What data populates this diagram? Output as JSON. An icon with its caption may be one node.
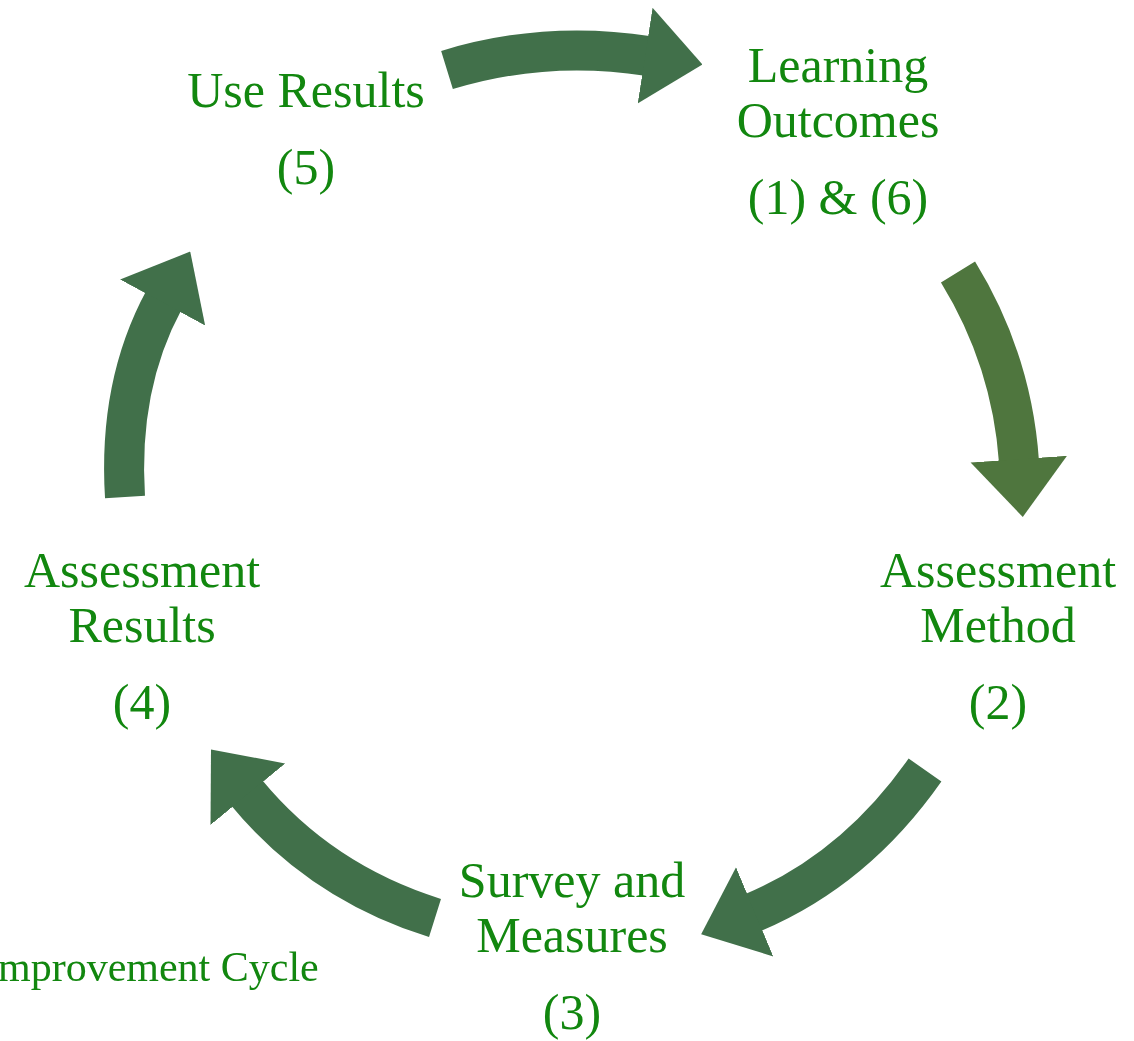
{
  "diagram": {
    "nodes": [
      {
        "text": [
          "Learning Outcomes",
          "(1) & (6)"
        ]
      },
      {
        "text": [
          "Assessment Method",
          "(2)"
        ]
      },
      {
        "text": [
          "Survey and Measures",
          "(3)"
        ]
      },
      {
        "text": [
          "Assessment Results",
          "(4)"
        ]
      },
      {
        "text": [
          "Use Results",
          "(5)"
        ]
      }
    ],
    "edges": [
      {
        "from": 4,
        "to": 0,
        "arrow": "to"
      },
      {
        "from": 0,
        "to": 1,
        "arrow": "to",
        "color": "#4f763e"
      },
      {
        "from": 1,
        "to": 2,
        "arrow": "to"
      },
      {
        "from": 2,
        "to": 3,
        "arrow": "to"
      },
      {
        "from": 3,
        "to": 4,
        "arrow": "to"
      }
    ],
    "labels": [
      "mprovement Cycle"
    ]
  }
}
